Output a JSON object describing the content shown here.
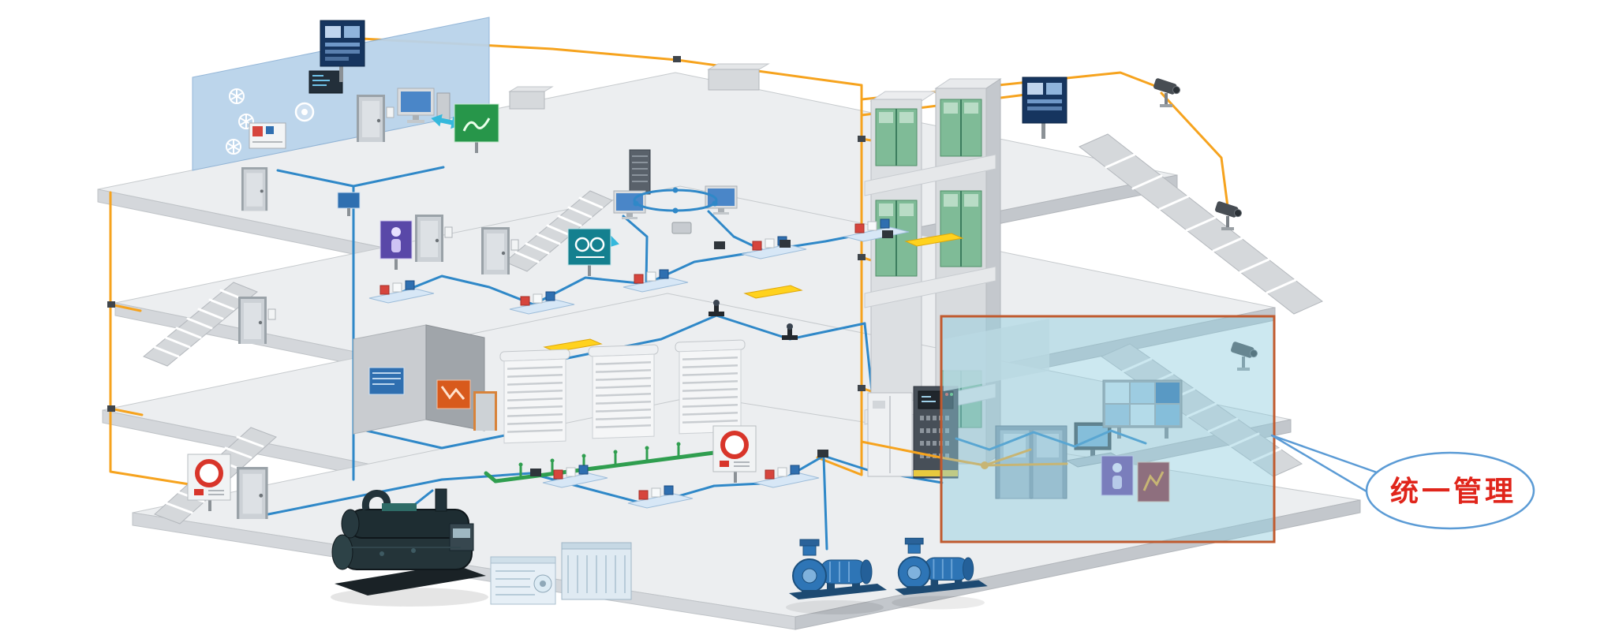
{
  "diagram": {
    "type": "isometric-building-automation-overview",
    "floors_visible": 4
  },
  "callout": {
    "label": "统一管理"
  },
  "colors": {
    "canvas_bg": "#ffffff",
    "slab_top": "#eceef0",
    "slab_front": "#d4d7db",
    "slab_side": "#c3c7cc",
    "cable_blue": "#2f88c8",
    "cable_orange": "#f6a31e",
    "elevator_door": "#7fbb97",
    "light_bar": "#ffd21e",
    "sprinkler_pipe": "#2f9e4f",
    "pump_body": "#2e75b6",
    "chiller_body": "#243439",
    "highlight_fill": "rgba(141,205,222,0.45)",
    "highlight_border": "#c05a2e",
    "callout_border": "#5b9bd5",
    "callout_text": "#e0251b"
  },
  "components": [
    "rooftop-hvac-plant-wall",
    "information-signboard",
    "workstation-pc",
    "info-display-green",
    "access-door",
    "server-rack",
    "operator-monitors",
    "network-ring",
    "cctv-display-teal",
    "security-display-purple",
    "access-control-panel",
    "elevator-shafts",
    "staircase",
    "surveillance-camera",
    "yellow-light-fixture",
    "window-blinds",
    "equipment-room",
    "power-distribution-cabinets",
    "fire-alarm-panel",
    "chiller-unit",
    "air-handling-units",
    "sprinkler-pipe",
    "water-pumps",
    "control-room-highlight",
    "video-wall",
    "unified-management-callout"
  ]
}
